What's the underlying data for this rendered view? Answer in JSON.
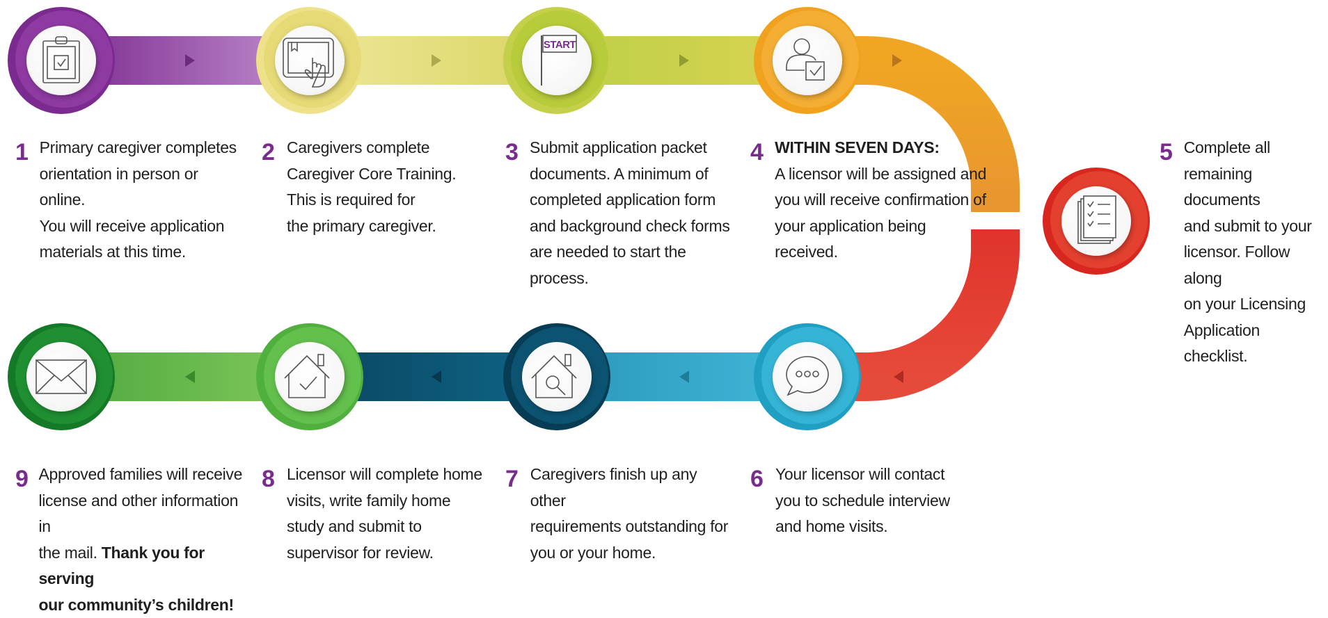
{
  "steps": [
    {
      "number": "1",
      "icon": "clipboard-check-icon",
      "lines": [
        "Primary caregiver completes",
        "orientation in person or online.",
        "You will receive application",
        "materials at this time."
      ]
    },
    {
      "number": "2",
      "icon": "tablet-touch-icon",
      "lines": [
        "Caregivers complete",
        "Caregiver Core Training.",
        "This is required for",
        "the primary caregiver."
      ]
    },
    {
      "number": "3",
      "icon": "start-flag-icon",
      "flag_text": "START",
      "lines": [
        "Submit application packet",
        "documents. A minimum of",
        "completed application form",
        "and background check forms",
        "are needed to start the process."
      ]
    },
    {
      "number": "4",
      "icon": "person-check-icon",
      "heading": "WITHIN SEVEN DAYS:",
      "lines": [
        "A licensor will be assigned and",
        "you will receive confirmation of",
        "your application being received."
      ]
    },
    {
      "number": "5",
      "icon": "checklist-icon",
      "lines": [
        "Complete all",
        "remaining documents",
        "and submit to your",
        "licensor. Follow along",
        "on your Licensing",
        "Application checklist."
      ]
    },
    {
      "number": "6",
      "icon": "chat-bubble-icon",
      "lines": [
        "Your licensor will contact",
        "you to schedule interview",
        "and home visits."
      ]
    },
    {
      "number": "7",
      "icon": "house-search-icon",
      "lines": [
        "Caregivers finish up any other",
        "requirements outstanding for",
        "you or your home."
      ]
    },
    {
      "number": "8",
      "icon": "house-check-icon",
      "lines": [
        "Licensor will complete home",
        "visits, write family home",
        "study and submit to",
        "supervisor for review."
      ]
    },
    {
      "number": "9",
      "icon": "envelope-icon",
      "lines": [
        "Approved families will receive",
        "license and other information in"
      ],
      "mixed_line": [
        "the mail. ",
        "Thank you for serving"
      ],
      "closing_bold": "our community’s children!"
    }
  ],
  "colors": {
    "step1": "#7b2a8f",
    "step2": "#e8e07a",
    "step3": "#bfd14a",
    "step4": "#f0a623",
    "step5": "#e0332b",
    "step6": "#2bb3d3",
    "step7": "#0e5674",
    "step8": "#5bbb46",
    "step9": "#1f8a2e",
    "number": "#7a2b8e",
    "text": "#1f1f1f"
  }
}
